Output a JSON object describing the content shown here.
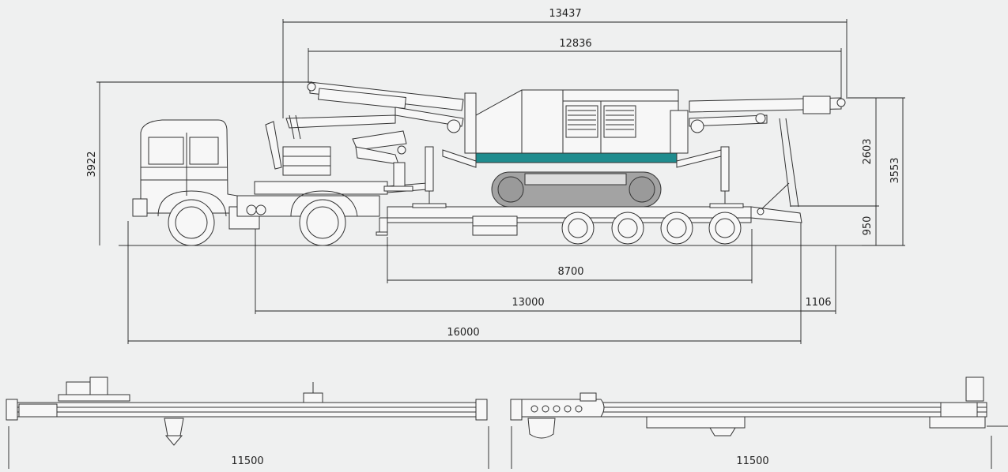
{
  "colors": {
    "background": "#eff0f0",
    "line": "#333333",
    "accent_teal": "#1f8c8e",
    "track_grey": "#a3a3a3"
  },
  "dimensions": {
    "top_overall": "13437",
    "top_inner": "12836",
    "left_height": "3922",
    "right_height_upper": "2603",
    "right_height_total": "3553",
    "right_height_lower": "950",
    "wheelbase_trailer": "8700",
    "trailer_length": "13000",
    "rear_overhang": "1106",
    "total_length": "16000",
    "mast_left_length": "11500",
    "mast_right_length": "11500"
  }
}
